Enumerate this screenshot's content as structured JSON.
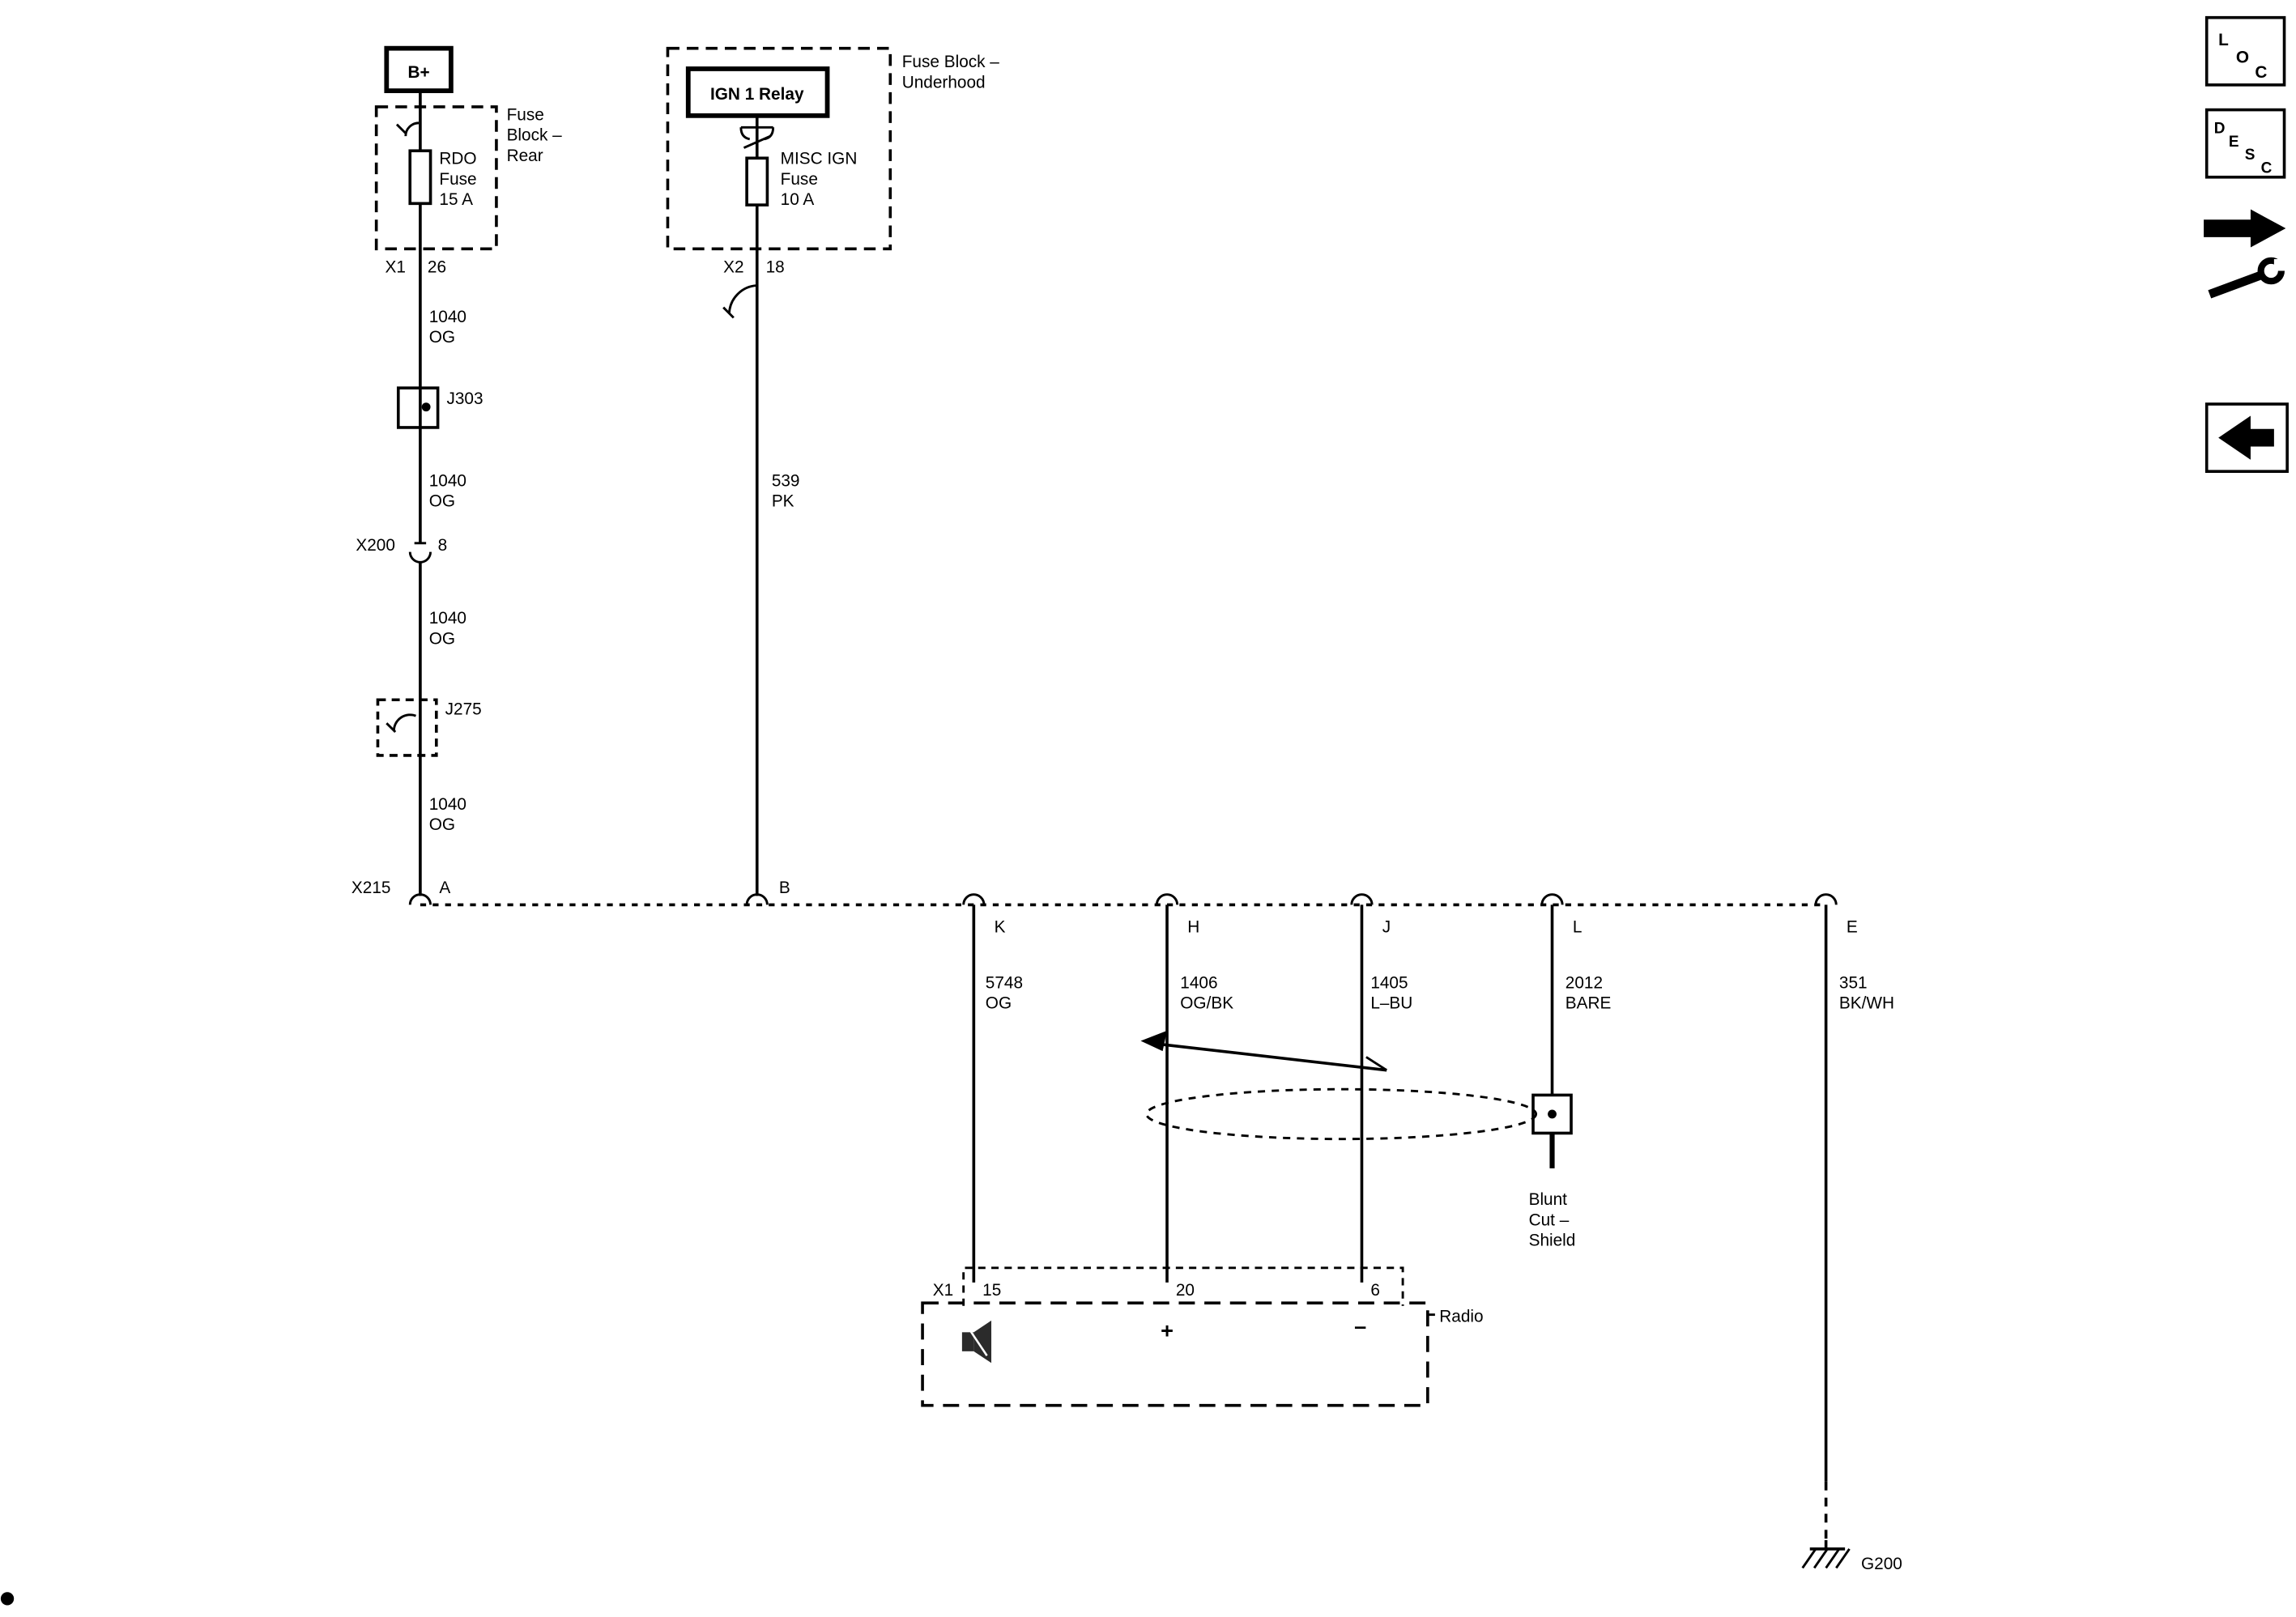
{
  "colors": {
    "ink": "#000000",
    "paper": "#ffffff"
  },
  "toolbar": {
    "loc": {
      "l": "L",
      "o": "O",
      "c": "C"
    },
    "desc": {
      "d": "D",
      "e": "E",
      "s": "S",
      "c": "C"
    }
  },
  "rdo": {
    "battery": "B+",
    "block": {
      "l1": "Fuse",
      "l2": "Block –",
      "l3": "Rear"
    },
    "fuse": {
      "l1": "RDO",
      "l2": "Fuse",
      "l3": "15 A"
    },
    "x1": {
      "name": "X1",
      "pin": "26"
    },
    "wire": {
      "num": "1040",
      "color": "OG"
    },
    "j303": "J303",
    "x200": {
      "name": "X200",
      "pin": "8"
    },
    "j275": "J275",
    "x215": {
      "name": "X215",
      "pin": "A"
    }
  },
  "ign": {
    "relay": "IGN 1 Relay",
    "block": {
      "l1": "Fuse Block –",
      "l2": "Underhood"
    },
    "fuse": {
      "l1": "MISC IGN",
      "l2": "Fuse",
      "l3": "10 A"
    },
    "x2": {
      "name": "X2",
      "pin": "18"
    },
    "wire": {
      "num": "539",
      "color": "PK"
    },
    "pin": "B"
  },
  "drops": {
    "k": {
      "pin": "K",
      "num": "5748",
      "color": "OG",
      "radio_pin": "15"
    },
    "h": {
      "pin": "H",
      "num": "1406",
      "color": "OG/BK",
      "radio_pin": "20",
      "sign": "+"
    },
    "j": {
      "pin": "J",
      "num": "1405",
      "color": "L–BU",
      "radio_pin": "6",
      "sign": "–"
    },
    "l": {
      "pin": "L",
      "num": "2012",
      "color": "BARE",
      "note": {
        "l1": "Blunt",
        "l2": "Cut –",
        "l3": "Shield"
      }
    },
    "e": {
      "pin": "E",
      "num": "351",
      "color": "BK/WH",
      "ground": "G200"
    }
  },
  "radio": {
    "label": "Radio",
    "connector": "X1"
  }
}
